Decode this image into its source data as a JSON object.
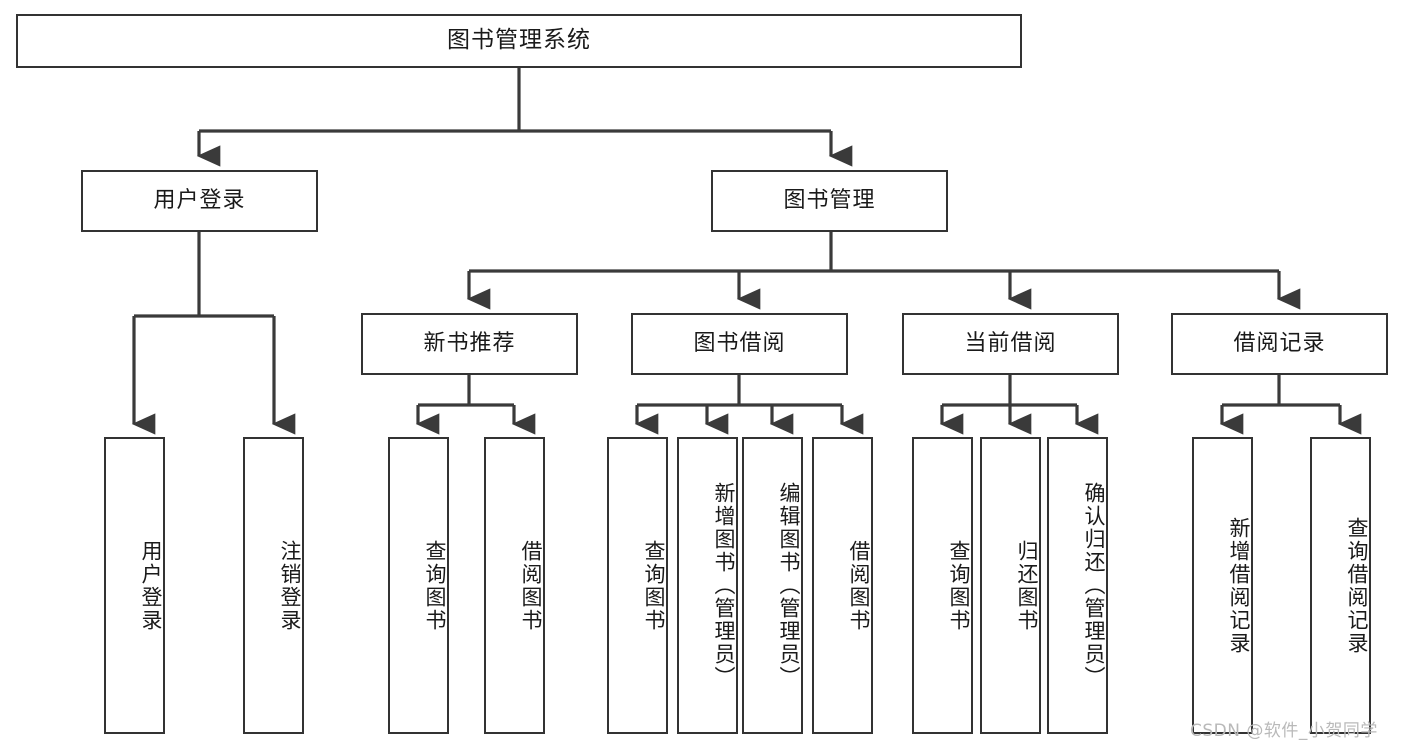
{
  "diagram": {
    "title": "图书管理系统",
    "type": "tree-hierarchy-chart",
    "watermark": "CSDN @软件_小贺同学",
    "colors": {
      "box_border": "#333333",
      "box_fill": "#ffffff",
      "edge": "#3a3a3a",
      "text": "#1a1a1a",
      "watermark": "#b9b9b9",
      "background": "#ffffff"
    }
  },
  "nodes": {
    "root": {
      "label": "图书管理系统"
    },
    "level2": [
      {
        "label": "用户登录"
      },
      {
        "label": "图书管理"
      }
    ],
    "level3": [
      {
        "label": "新书推荐"
      },
      {
        "label": "图书借阅"
      },
      {
        "label": "当前借阅"
      },
      {
        "label": "借阅记录"
      }
    ],
    "leaves": {
      "user_login": [
        {
          "label": "用户登录"
        },
        {
          "label": "注销登录"
        }
      ],
      "new_book_recommend": [
        {
          "label": "查询图书"
        },
        {
          "label": "借阅图书"
        }
      ],
      "book_borrow": [
        {
          "label": "查询图书"
        },
        {
          "label": "新增图书（管理员）"
        },
        {
          "label": "编辑图书（管理员）"
        },
        {
          "label": "借阅图书"
        }
      ],
      "current_borrow": [
        {
          "label": "查询图书"
        },
        {
          "label": "归还图书"
        },
        {
          "label": "确认归还（管理员）"
        }
      ],
      "borrow_record": [
        {
          "label": "新增借阅记录"
        },
        {
          "label": "查询借阅记录"
        }
      ]
    }
  }
}
